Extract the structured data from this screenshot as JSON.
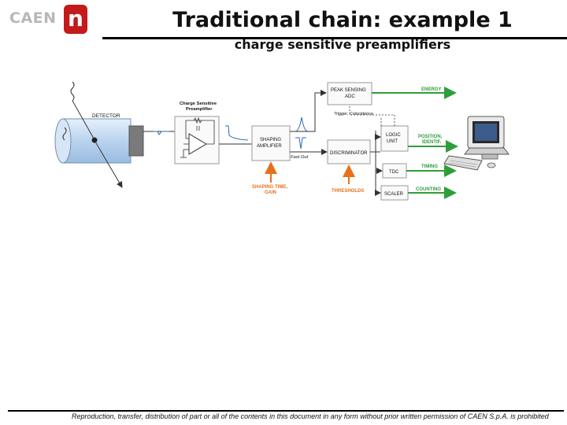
{
  "logo": {
    "text": "CAEN",
    "mark": "n"
  },
  "title": "Traditional chain: example 1",
  "subtitle": "charge sensitive preamplifiers",
  "diagram": {
    "detector": "DETECTOR",
    "preamp_title": "Charge Sensitive\nPreamplifier",
    "shaping_amp": "SHAPING\nAMPLIFIER",
    "fast_out": "Fast Out",
    "peak_adc": "PEAK SENSING\nADC",
    "trigger": "Trigger, Coincidence",
    "logic_unit": "LOGIC\nUNIT",
    "discriminator": "DISCRIMINATOR",
    "tdc": "TDC",
    "scaler": "SCALER",
    "energy": "ENERGY",
    "position": "POSITION,\nIDENTIF.",
    "timing": "TIMING",
    "counting": "COUNTING",
    "shaping_time": "SHAPING TIME,\nGAIN",
    "thresholds": "THRESHOLDS",
    "colors": {
      "green": "#2e9e3a",
      "orange": "#e8701a",
      "detector_fill": "#cfe2f7",
      "box_border": "#888888"
    }
  },
  "footer": "Reproduction, transfer, distribution of part or all of the contents in this document in any form without prior written permission of CAEN S.p.A. is prohibited"
}
